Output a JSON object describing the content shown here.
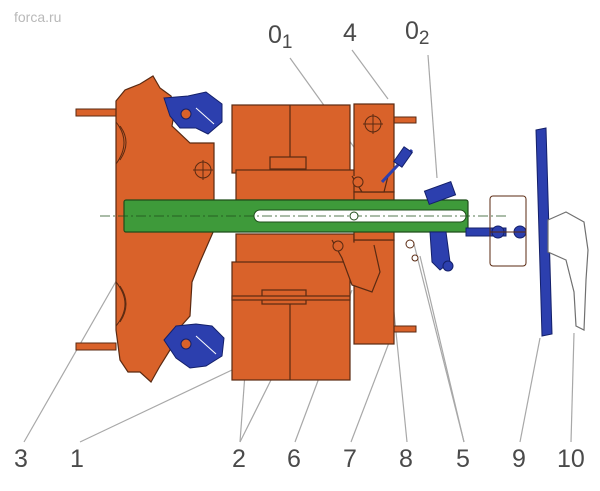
{
  "watermark": "forca.ru",
  "colors": {
    "body": "#d9622a",
    "outline": "#5a2a12",
    "shaft": "#3e9a3a",
    "shaft_outline": "#1e4d1a",
    "mechanism": "#2c3fae",
    "label": "#4a4a4a",
    "leader": "#a8a8a8"
  },
  "labels": {
    "o1": {
      "main": "0",
      "sub": "1"
    },
    "o2": {
      "main": "0",
      "sub": "2"
    },
    "n4": "4",
    "n3": "3",
    "n1": "1",
    "n2": "2",
    "n6": "6",
    "n7": "7",
    "n8": "8",
    "n5": "5",
    "n9": "9",
    "n10": "10"
  }
}
